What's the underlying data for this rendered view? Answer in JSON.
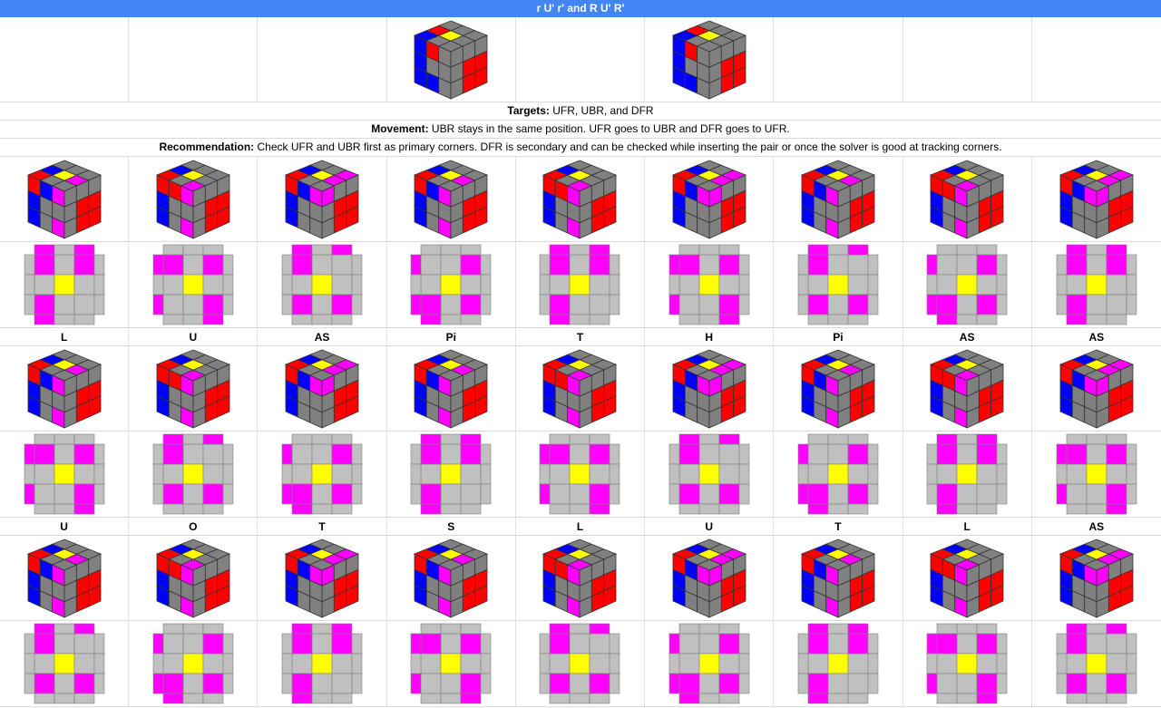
{
  "header": {
    "title": "r U' r' and R U' R'"
  },
  "info": {
    "targets_label": "Targets:",
    "targets_text": "UFR, UBR, and DFR",
    "movement_label": "Movement:",
    "movement_text": "UBR stays in the same position. UFR goes to UBR and DFR goes to UFR.",
    "recommendation_label": "Recommendation:",
    "recommendation_text": "Check UFR and UBR first as primary corners. DFR is secondary and can be checked while inserting the pair or once the solver is good at tracking corners."
  },
  "colors": {
    "gray": "#808080",
    "light_gray": "#c0c0c0",
    "yellow": "#ffff00",
    "magenta": "#ff00ff",
    "red": "#ff0000",
    "blue": "#0000ff",
    "line": "#333333",
    "header_blue": "#4285f4"
  },
  "case_groups": [
    {
      "labels": [
        "L",
        "U",
        "AS",
        "Pi",
        "T",
        "H",
        "Pi",
        "AS",
        "AS"
      ]
    },
    {
      "labels": [
        "U",
        "O",
        "T",
        "S",
        "L",
        "U",
        "T",
        "L",
        "AS"
      ]
    },
    {
      "labels": [
        "",
        "",
        "",
        "",
        "",
        "",
        "",
        "",
        ""
      ]
    }
  ]
}
